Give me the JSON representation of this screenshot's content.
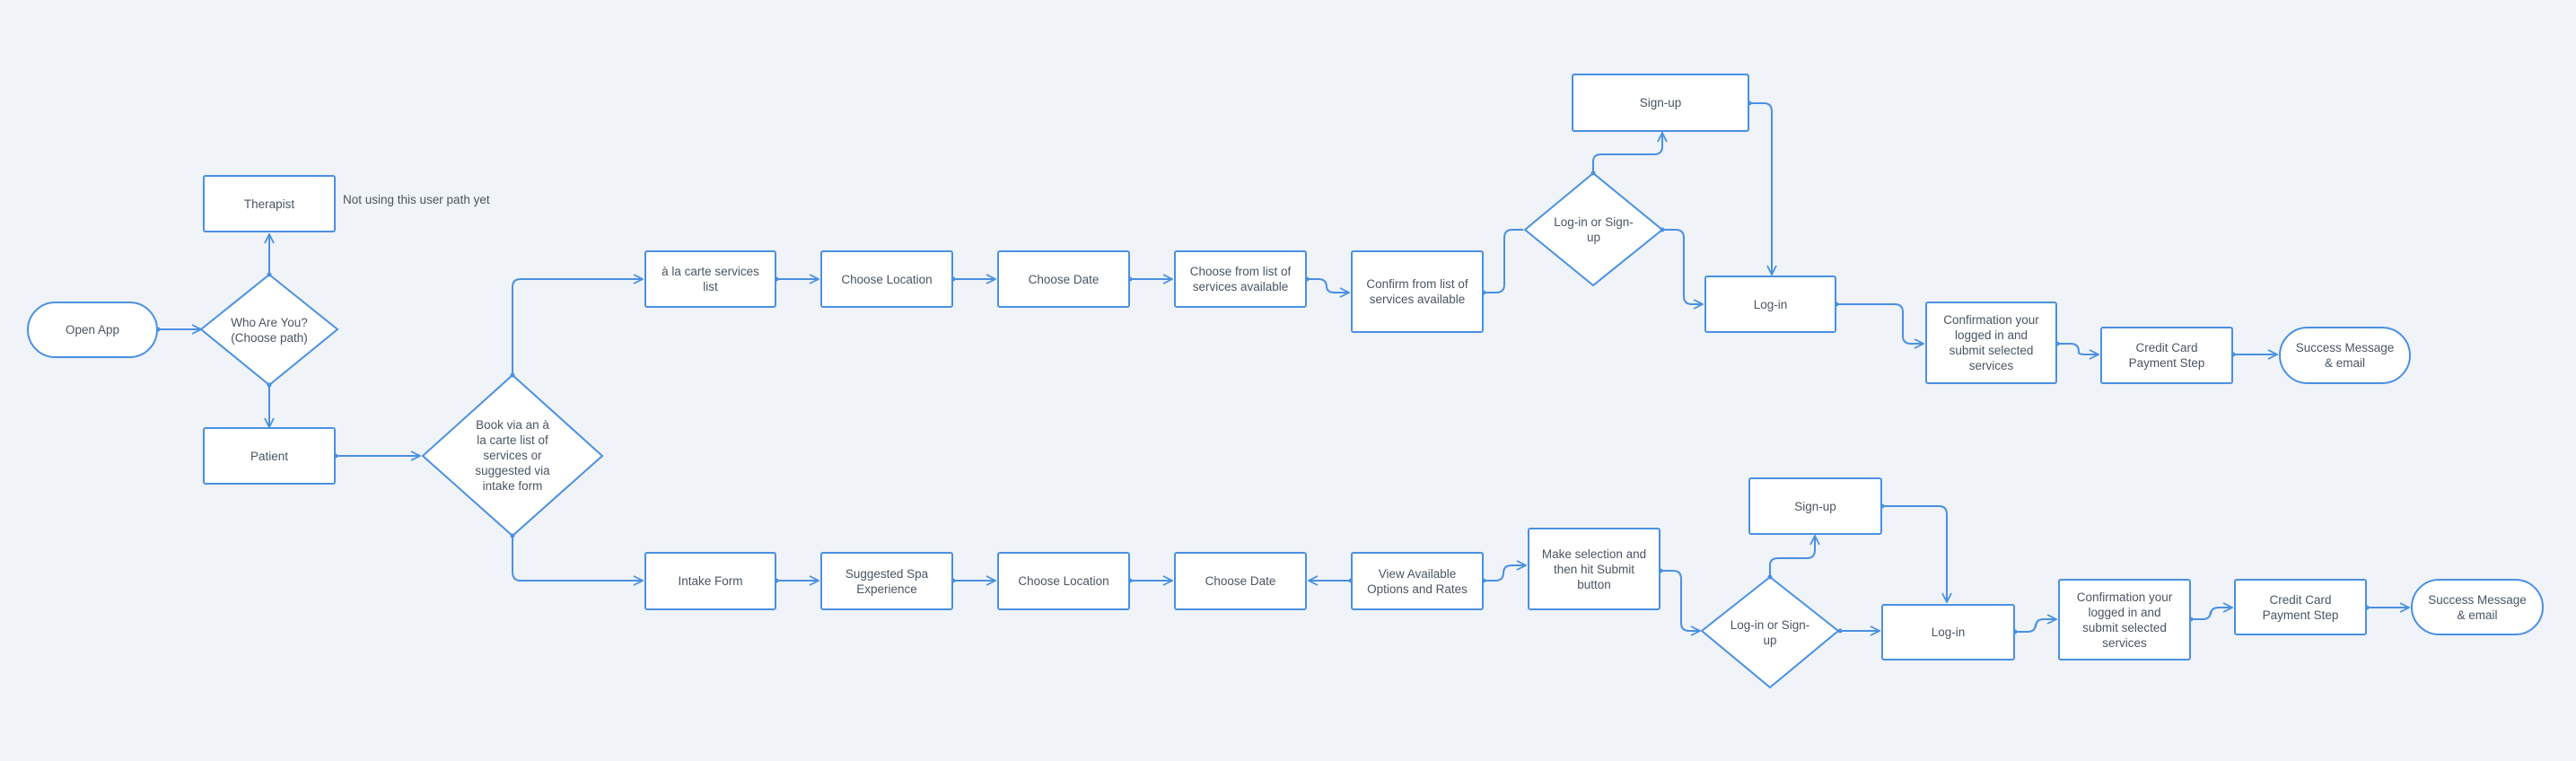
{
  "colors": {
    "background": "#f0f3f7",
    "stroke": "#4a90e2",
    "text": "#4a5561",
    "fill": "#ffffff"
  },
  "nodes": {
    "open_app": "Open App",
    "who_are_you": "Who Are You? (Choose path)",
    "therapist": "Therapist",
    "therapist_note": "Not using this user path yet",
    "patient": "Patient",
    "book_via": "Book via an à la carte list of services or suggested via intake form",
    "top": {
      "services_list": "à la carte services list",
      "choose_location": "Choose Location",
      "choose_date": "Choose Date",
      "choose_from_list": "Choose from list of services available",
      "confirm_from_list": "Confirm from list of services available",
      "login_or_signup": "Log-in or Sign-up",
      "signup": "Sign-up",
      "login": "Log-in",
      "confirmation": "Confirmation your logged in and submit selected services",
      "credit_card": "Credit Card Payment Step",
      "success": "Success Message & email"
    },
    "bottom": {
      "intake_form": "Intake Form",
      "suggested_spa": "Suggested Spa Experience",
      "choose_location": "Choose Location",
      "choose_date": "Choose Date",
      "view_options": "View Available Options and Rates",
      "make_selection": "Make selection and then hit Submit button",
      "login_or_signup": "Log-in or Sign-up",
      "signup": "Sign-up",
      "login": "Log-in",
      "confirmation": "Confirmation your logged in and submit selected services",
      "credit_card": "Credit Card Payment Step",
      "success": "Success Message & email"
    }
  }
}
